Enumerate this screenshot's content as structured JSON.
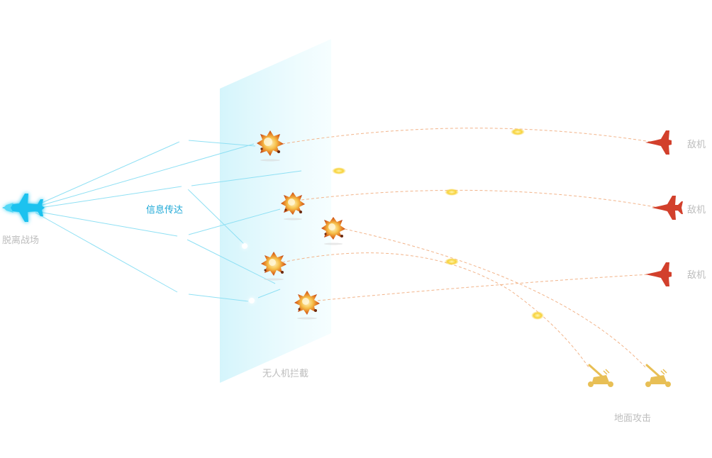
{
  "labels": {
    "own_jet": "脱离战场",
    "info_relay": "信息传达",
    "drone_barrier": "无人机拦截",
    "enemy": "敌机",
    "ground_attack": "地面攻击"
  },
  "enemies": [
    {
      "label": "敌机"
    },
    {
      "label": "敌机"
    },
    {
      "label": "敌机"
    }
  ],
  "colors": {
    "own_jet": "#1cc2ef",
    "relay_lines": "#8fe0f4",
    "barrier": "#dff8fc",
    "enemy": "#d2402c",
    "trajectory": "#f2b48a",
    "ground_unit": "#e8bf55",
    "explosion": "#f19a27",
    "label_gray": "#bdbdbd",
    "label_blue": "#1ba7d6"
  },
  "icons": {
    "own_jet": "fighter-jet-icon",
    "enemy": "fighter-jet-icon",
    "ground_unit": "artillery-cannon-icon",
    "explosion": "explosion-icon",
    "missile": "missile-glow-icon"
  }
}
